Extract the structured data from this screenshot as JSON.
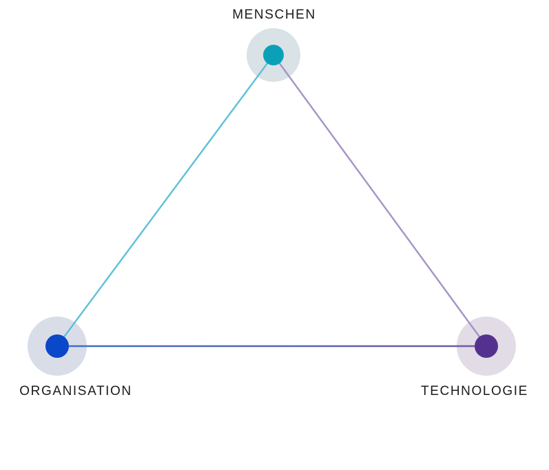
{
  "nodes": {
    "menschen": {
      "label": "MENSCHEN",
      "color": "#0aa0b8",
      "halo_color": "#d9e2e6"
    },
    "organisation": {
      "label": "ORGANISATION",
      "color": "#0a47c9",
      "halo_color": "#d9dde8"
    },
    "technologie": {
      "label": "TECHNOLOGIE",
      "color": "#55318f",
      "halo_color": "#e1dce6"
    }
  },
  "edges": {
    "menschen_organisation_color": "#5cc0d6",
    "menschen_technologie_color": "#a593c5",
    "organisation_technologie_start_color": "#3b6fcb",
    "organisation_technologie_end_color": "#7359a6"
  }
}
